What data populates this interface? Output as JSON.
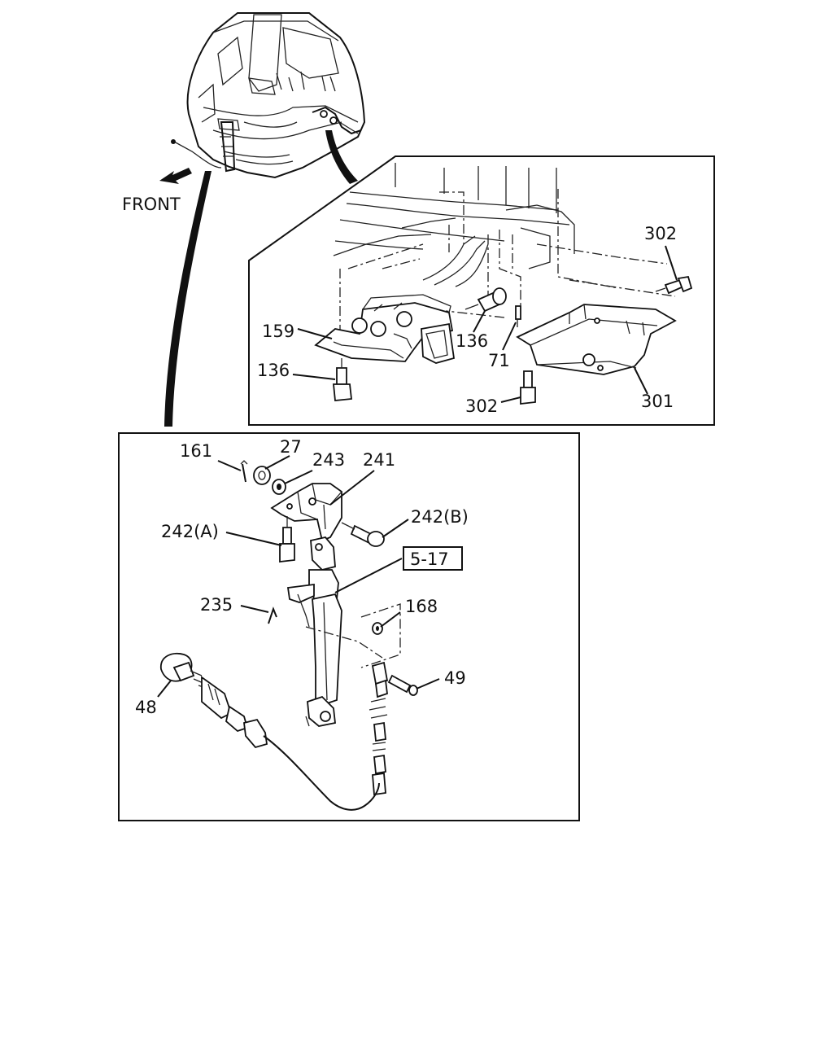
{
  "orientation": {
    "front_label": "FRONT"
  },
  "detail_upper": {
    "labels": {
      "bolt_top_right": "302",
      "bracket_left": "159",
      "bolt_center": "136",
      "bolt_lower_left": "136",
      "screw_small": "71",
      "bolt_bottom": "302",
      "bracket_right": "301"
    }
  },
  "detail_lower": {
    "labels": {
      "pin": "161",
      "nut": "27",
      "washer": "243",
      "bracket": "241",
      "bolt_a": "242(A)",
      "bolt_b": "242(B)",
      "reference": "5-17",
      "clip": "235",
      "grommet": "168",
      "knob_cable": "48",
      "screw": "49"
    }
  },
  "colors": {
    "line": "#111111",
    "background": "#ffffff"
  }
}
